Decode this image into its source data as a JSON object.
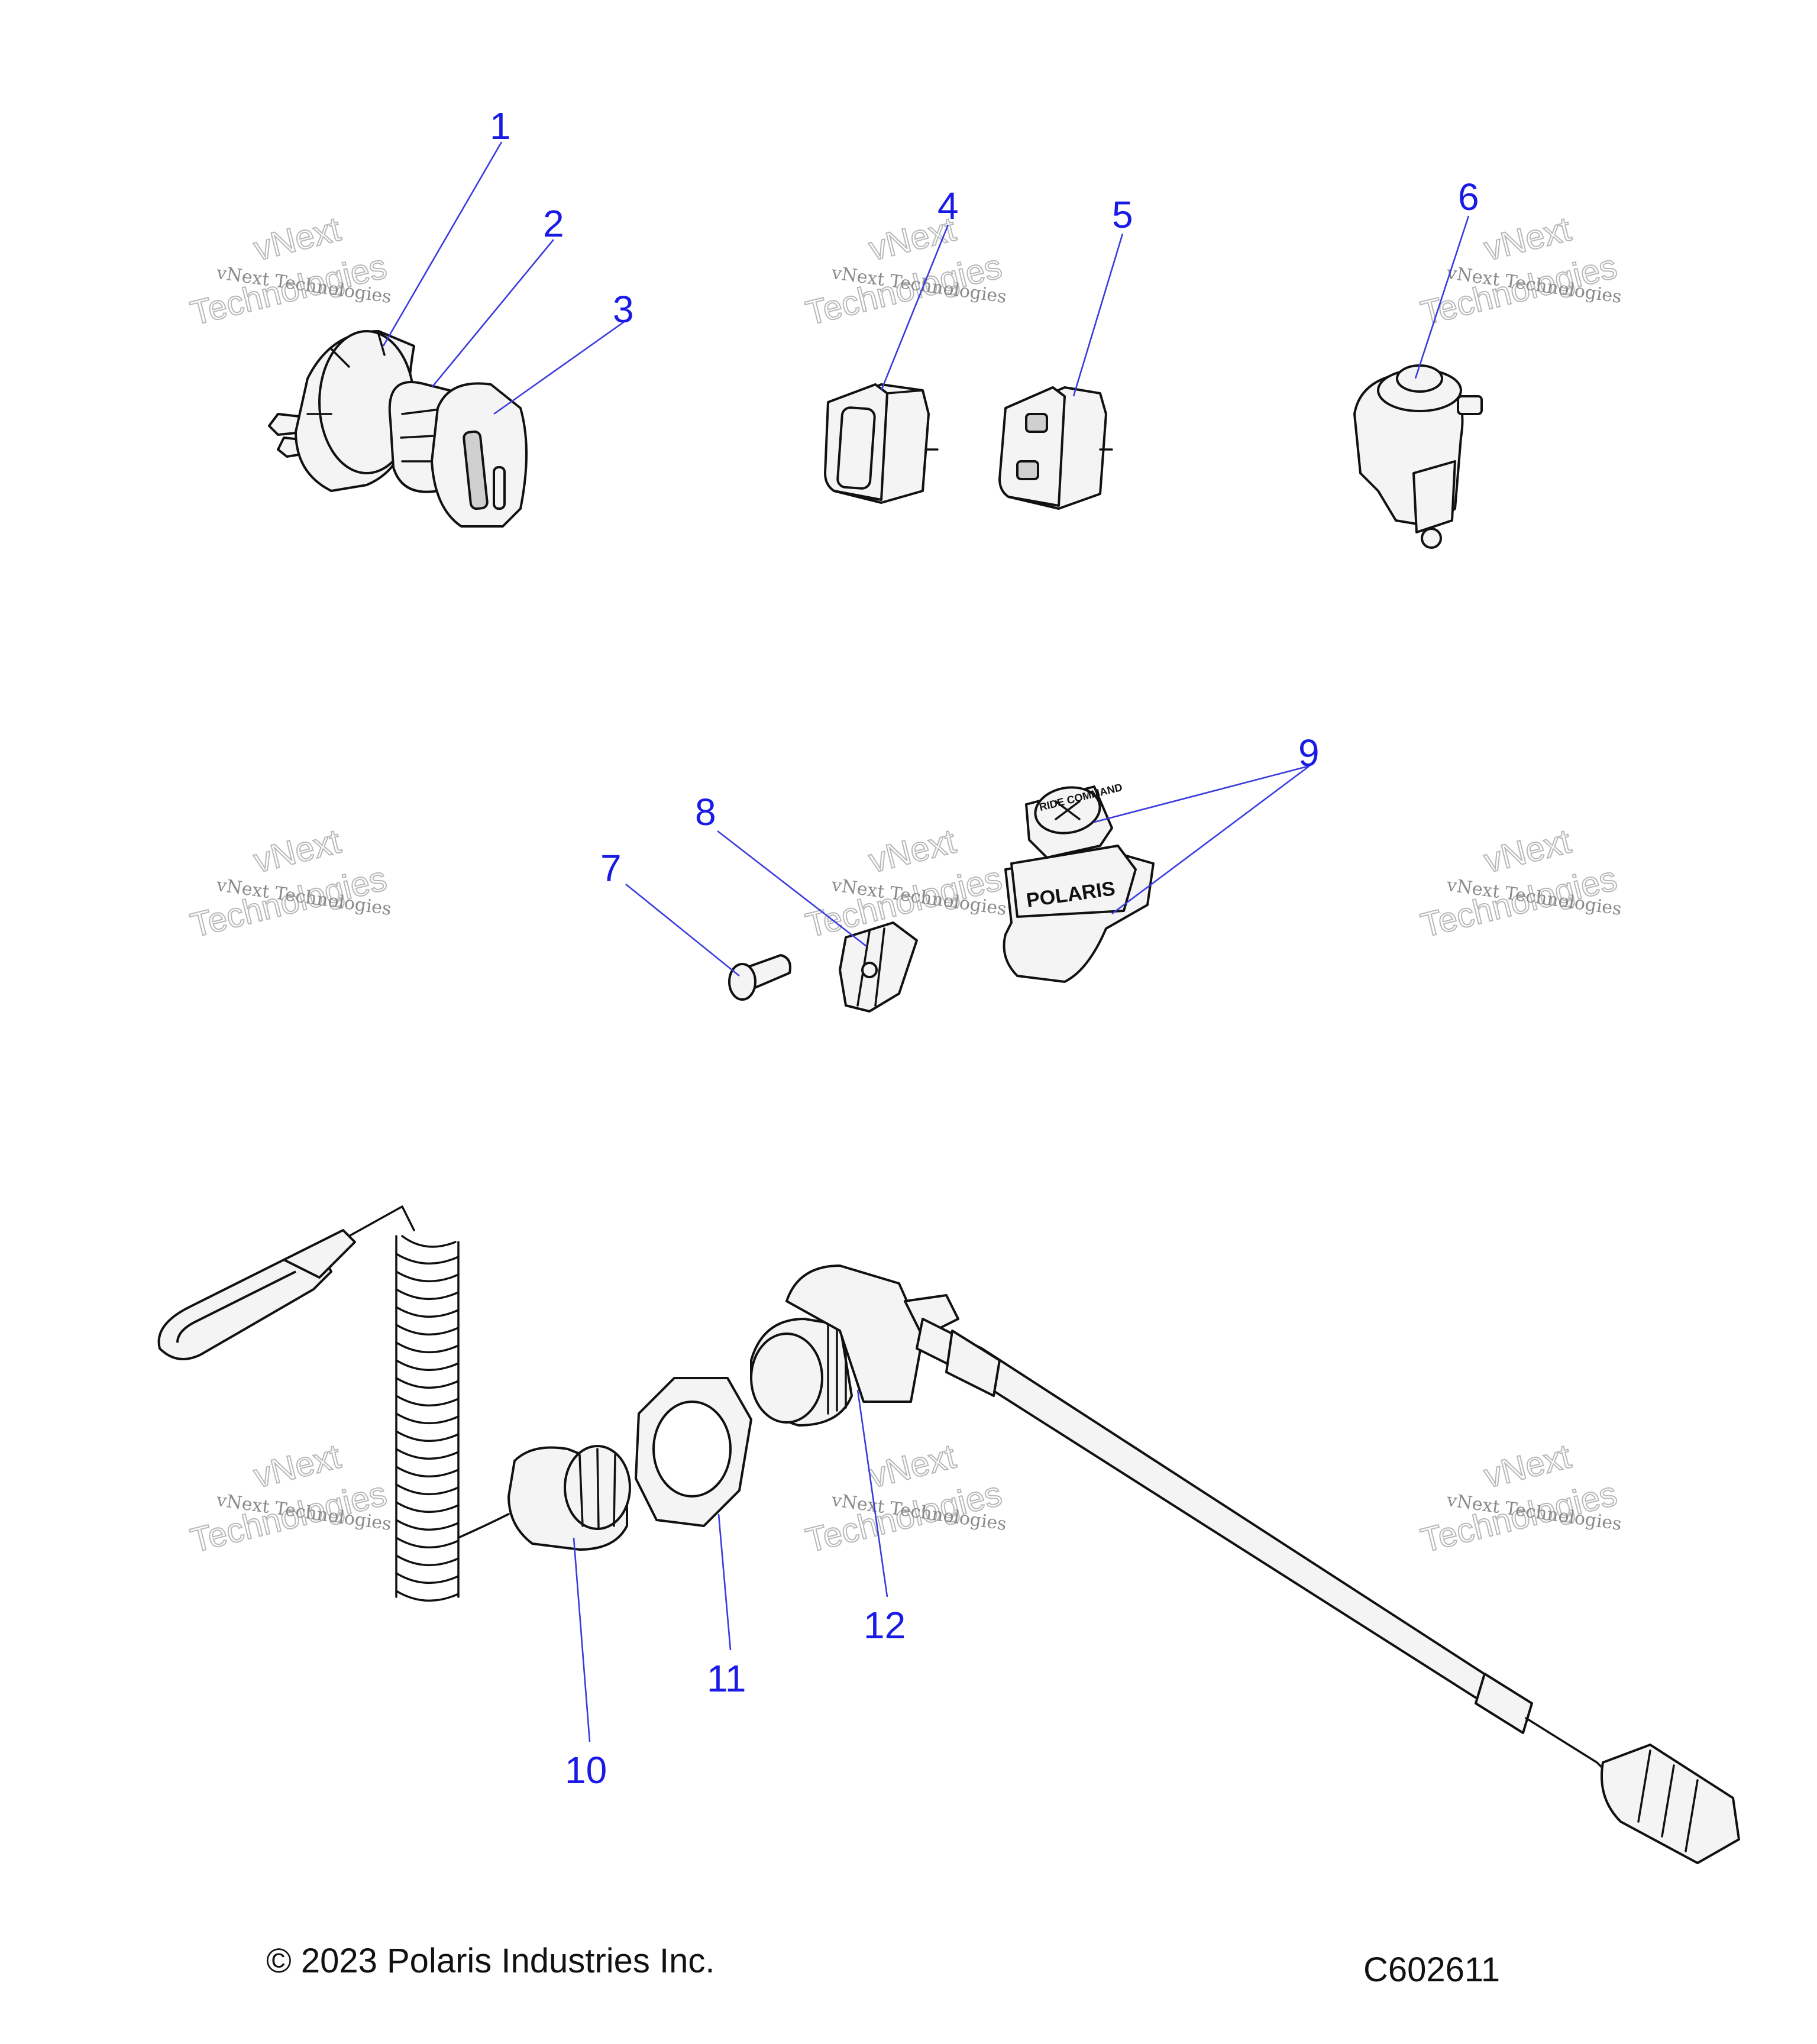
{
  "callouts": [
    {
      "id": "1",
      "text": "1"
    },
    {
      "id": "2",
      "text": "2"
    },
    {
      "id": "3",
      "text": "3"
    },
    {
      "id": "4",
      "text": "4"
    },
    {
      "id": "5",
      "text": "5"
    },
    {
      "id": "6",
      "text": "6"
    },
    {
      "id": "7",
      "text": "7"
    },
    {
      "id": "8",
      "text": "8"
    },
    {
      "id": "9",
      "text": "9"
    },
    {
      "id": "10",
      "text": "10"
    },
    {
      "id": "11",
      "text": "11"
    },
    {
      "id": "12",
      "text": "12"
    }
  ],
  "watermark": {
    "line1": "vNext Technologies",
    "line2": "vNext",
    "line3": "Technologies"
  },
  "part_markings": {
    "polaris": "POLARIS",
    "ride_command": "RIDE COMMAND"
  },
  "footer": {
    "copyright": "© 2023 Polaris Industries Inc.",
    "figure_code": "C602611"
  },
  "colors": {
    "callout": "#1a1ae6",
    "leader": "#3a3ae0",
    "outline": "#111111"
  }
}
